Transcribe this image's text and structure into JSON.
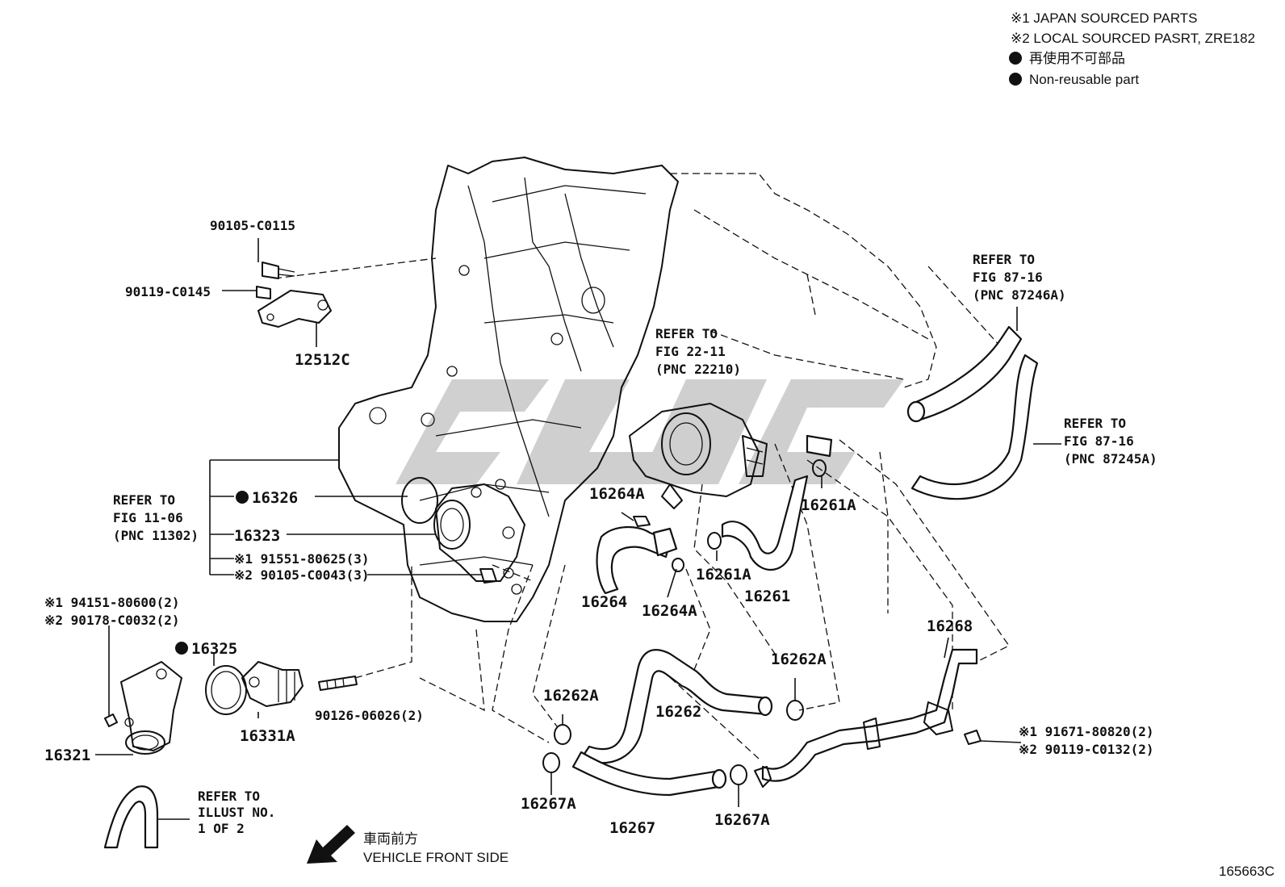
{
  "legend": {
    "line1": "※1 JAPAN SOURCED PARTS",
    "line2": "※2 LOCAL SOURCED PASRT, ZRE182",
    "line3": "再使用不可部品",
    "line4": "Non-reusable part"
  },
  "refs": {
    "fig8716a": {
      "l1": "REFER TO",
      "l2": "FIG 87-16",
      "l3": "(PNC 87246A)"
    },
    "fig8716b": {
      "l1": "REFER TO",
      "l2": "FIG 87-16",
      "l3": "(PNC 87245A)"
    },
    "fig2211": {
      "l1": "REFER TO",
      "l2": "FIG 22-11",
      "l3": "(PNC 22210)"
    },
    "fig1106": {
      "l1": "REFER TO",
      "l2": "FIG 11-06",
      "l3": "(PNC 11302)"
    },
    "illust": {
      "l1": "REFER TO",
      "l2": "ILLUST NO.",
      "l3": "1 OF 2"
    }
  },
  "parts": {
    "p90105c0115": "90105-C0115",
    "p90119c0145": "90119-C0145",
    "p12512c": "12512C",
    "p16326": "16326",
    "p16323": "16323",
    "p91551": "※1 91551-80625(3)",
    "p90105c0043": "※2 90105-C0043(3)",
    "p94151": "※1 94151-80600(2)",
    "p90178": "※2 90178-C0032(2)",
    "p16325": "16325",
    "p16321": "16321",
    "p16331a": "16331A",
    "p90126": "90126-06026(2)",
    "p16264a_1": "16264A",
    "p16264": "16264",
    "p16264a_2": "16264A",
    "p16261a_1": "16261A",
    "p16261a_2": "16261A",
    "p16261": "16261",
    "p16262a_1": "16262A",
    "p16262a_2": "16262A",
    "p16262": "16262",
    "p16267a_1": "16267A",
    "p16267": "16267",
    "p16267a_2": "16267A",
    "p16268": "16268",
    "p91671": "※1 91671-80820(2)",
    "p90119c0132": "※2 90119-C0132(2)"
  },
  "direction": {
    "jp": "車両前方",
    "en": "VEHICLE FRONT SIDE"
  },
  "diagram_id": "165663C",
  "watermark": "CLIC"
}
